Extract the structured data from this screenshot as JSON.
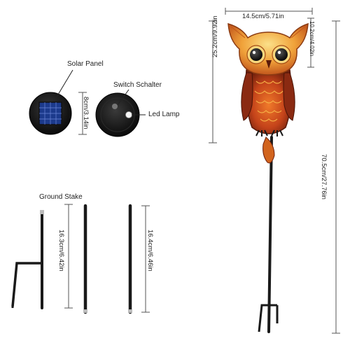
{
  "labels": {
    "solar_panel": "Solar Panel",
    "switch": "Switch Schalter",
    "led_lamp": "Led Lamp",
    "ground_stake": "Ground Stake"
  },
  "dimensions": {
    "width": "14.5cm/5.71in",
    "ear_height": "10.2cm/4.02in",
    "body_height": "25.2cm/9.92in",
    "total_height": "70.5cm/27.76in",
    "base_height": "8cm/3.14in",
    "stake_a": "16.3cm/6.42in",
    "stake_b": "16.4cm/6.46in"
  },
  "colors": {
    "owl_orange": "#e8601c",
    "owl_dark": "#8a2a12",
    "owl_yellow": "#f7c23a",
    "stake": "#1a1a1a",
    "dim_line": "#555555"
  }
}
